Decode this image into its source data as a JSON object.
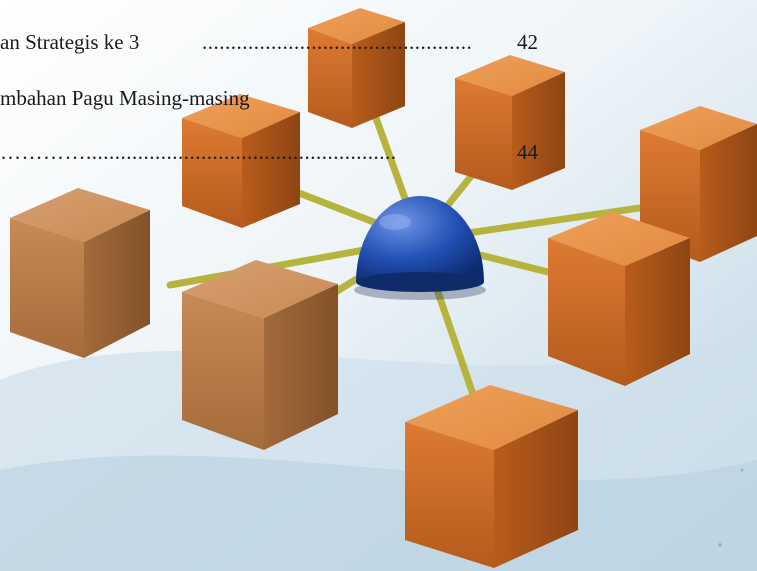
{
  "toc": {
    "lines": [
      {
        "text": "an Strategis ke 3",
        "dots": "...............................................",
        "page": "42"
      },
      {
        "text": "mbahan Pagu Masing-masing",
        "dots": "",
        "page": ""
      },
      {
        "text": "",
        "dots": "…………......................................................",
        "page": "44"
      }
    ]
  },
  "illustration": {
    "hub_color": "#1f49a8",
    "cube_color": "#d8742e",
    "spoke_color": "#b6b43c",
    "background_color": "#dbe8f1"
  }
}
